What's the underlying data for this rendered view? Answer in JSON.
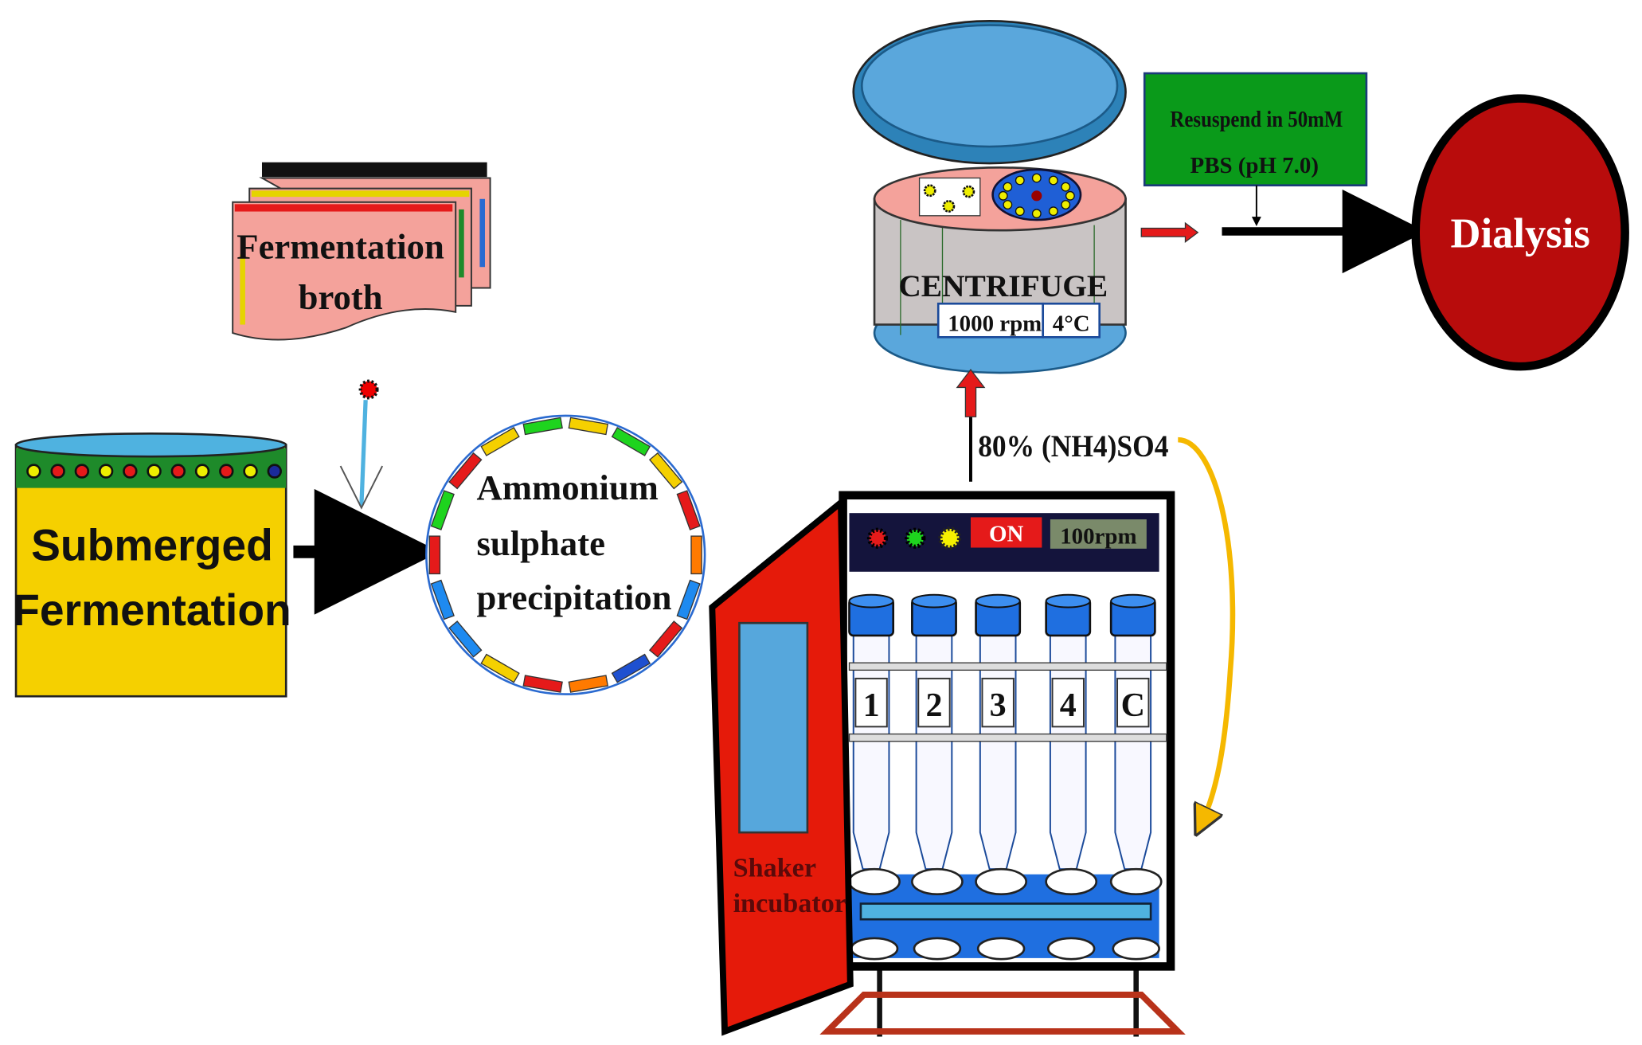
{
  "submerged": {
    "line1": "Submerged",
    "line2": "Fermentation",
    "color": "#f5d000"
  },
  "broth": {
    "line1": "Fermentation",
    "line2": "broth",
    "color": "#f4a29b"
  },
  "precipitation": {
    "line1": "Ammonium",
    "line2": "sulphate",
    "line3": "precipitation"
  },
  "centrifuge": {
    "label": "CENTRIFUGE",
    "speed": "1000 rpm",
    "temp": "4°C"
  },
  "salt_label": "80% (NH4)SO4",
  "resuspend": {
    "line1": "Resuspend in 50mM",
    "line2": "PBS (pH 7.0)",
    "color": "#0a9a1a"
  },
  "dialysis": {
    "label": "Dialysis",
    "color": "#b80c0c"
  },
  "incubator": {
    "power": "ON",
    "speed": "100rpm",
    "door_line1": "Shaker",
    "door_line2": "incubator",
    "tubes": [
      "1",
      "2",
      "3",
      "4",
      "C"
    ]
  }
}
